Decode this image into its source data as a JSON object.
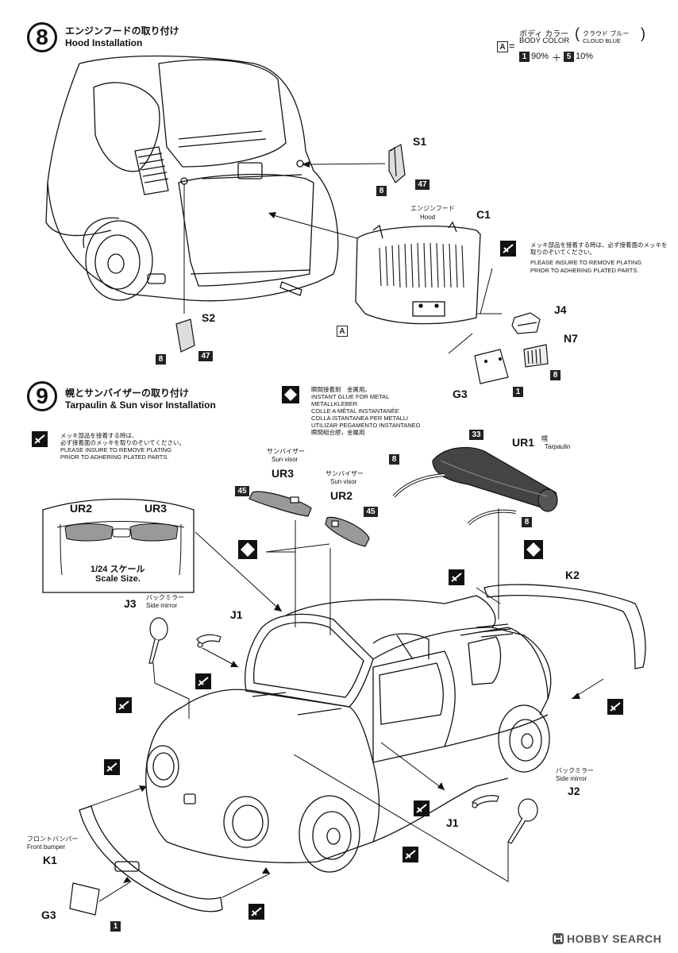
{
  "step8": {
    "number": "8",
    "title_jp": "エンジンフードの取り付け",
    "title_en": "Hood Installation",
    "color_note": {
      "code": "A",
      "eq": "=",
      "jp": "ボディ カラー",
      "en": "BODY COLOR",
      "paren_jp": "クラウド ブルー",
      "paren_en": "CLOUD BLUE",
      "mix_a_code": "1",
      "mix_a_pct": "90%",
      "plus": "＋",
      "mix_b_code": "5",
      "mix_b_pct": "10%"
    },
    "parts": {
      "s1": "S1",
      "s1_a": "8",
      "s1_b": "47",
      "s2": "S2",
      "s2_a": "8",
      "s2_b": "47",
      "c1": "C1",
      "hood_jp": "エンジンフード",
      "hood_en": "Hood",
      "j4": "J4",
      "n7": "N7",
      "n7_code": "8",
      "g3": "G3",
      "g3_code": "1",
      "hood_color": "A"
    },
    "plating_note": {
      "jp": "メッキ部品を接着する時は、必ず接着面のメッキを取りのぞいてください。",
      "en1": "PLEASE INSURE TO REMOVE PLATING",
      "en2": "PRIOR TO ADHERING PLATED PARTS."
    }
  },
  "step9": {
    "number": "9",
    "title_jp": "幌とサンバイザーの取り付け",
    "title_en": "Tarpaulin & Sun visor Installation",
    "glue_note": {
      "l1": "瞬間接着剤　金属用。",
      "l2": "INSTANT GLUE FOR METAL",
      "l3": "METALLKLEBER",
      "l4": "COLLE A MÉTAL INSTANTANÉE",
      "l5": "COLLA ISTANTANEA PER METALLI",
      "l6": "UTILIZAR PEGAMENTO INSTANTANEO",
      "l7": "瞬間組合膠，金屬用"
    },
    "plating_note": {
      "jp1": "メッキ部品を接着する時は、",
      "jp2": "必ず接着面のメッキを取りのぞいてください。",
      "en1": "PLEASE INSURE TO REMOVE PLATING",
      "en2": "PRIOR TO ADHERING PLATED PARTS."
    },
    "inset": {
      "ur2": "UR2",
      "ur3": "UR3",
      "scale_jp": "1/24 スケール",
      "scale_en": "Scale Size."
    },
    "parts": {
      "ur3": "UR3",
      "ur3_jp": "サンバイザー",
      "ur3_en": "Sun visor",
      "ur3_code": "45",
      "ur2": "UR2",
      "ur2_jp": "サンバイザー",
      "ur2_en": "Sun visor",
      "ur2_code": "45",
      "ur1": "UR1",
      "ur1_jp": "幌",
      "ur1_en": "Tarpaulin",
      "ur1_code": "33",
      "frame_code_a": "8",
      "frame_code_b": "8",
      "k2": "K2",
      "j3": "J3",
      "j3_jp": "バックミラー",
      "j3_en": "Side mirror",
      "j1_top": "J1",
      "j1_bottom": "J1",
      "j2": "J2",
      "j2_jp": "バックミラー",
      "j2_en": "Side mirror",
      "k1": "K1",
      "k1_jp": "フロントバンパー",
      "k1_en": "Front bumper",
      "g3": "G3",
      "g3_code": "1"
    }
  },
  "watermark": {
    "brand": "HOBBY SEARCH"
  }
}
